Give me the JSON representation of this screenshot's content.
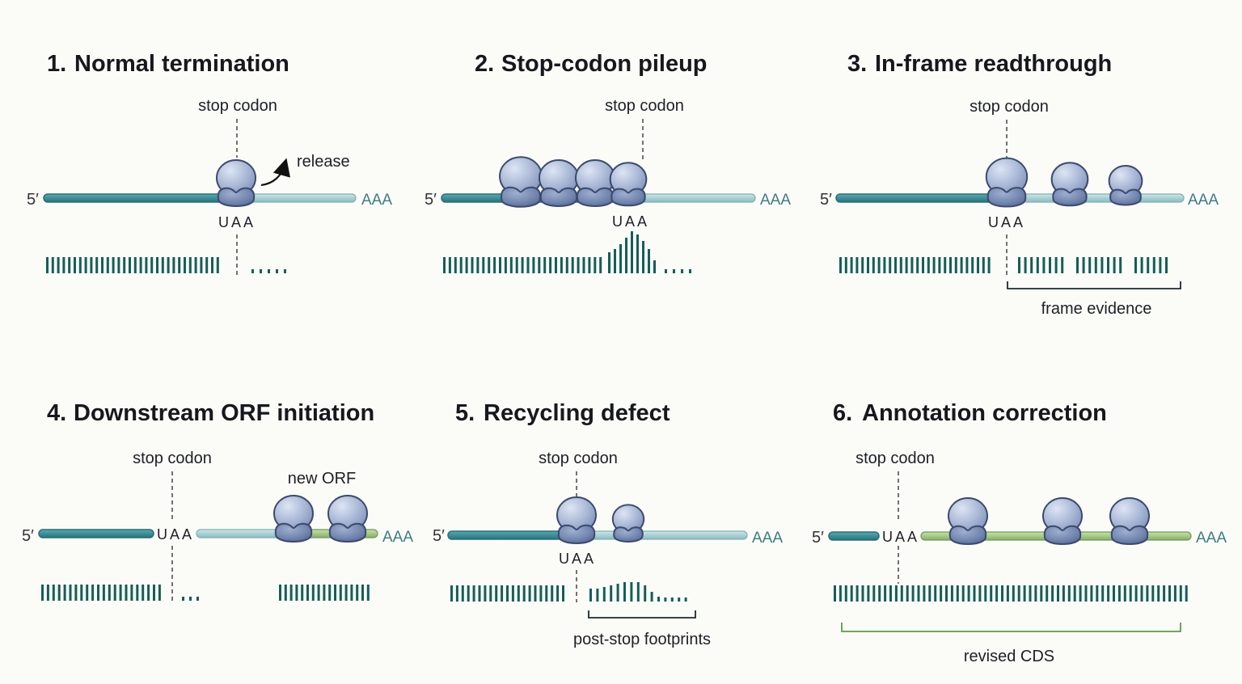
{
  "colors": {
    "background": "#fbfbf8",
    "coding_mrna": "#3e8f97",
    "utr_mrna": "#a9d0d3",
    "new_orf_mrna": "#a8c98a",
    "ribosome": "#a9b8d6",
    "ribosome_outline": "#3c4a6e",
    "footprint": "#155e58",
    "bracket_teal": "#1c2a2c",
    "bracket_green": "#5e9a4a",
    "poly_a_text": "#3f7b84"
  },
  "panels": [
    {
      "number": "1.",
      "title": "Normal termination",
      "stop_label": "stop codon",
      "codon": "UAA",
      "five_prime": "5′",
      "poly_a": "AAA",
      "note": "release"
    },
    {
      "number": "2.",
      "title": "Stop-codon pileup",
      "stop_label": "stop codon",
      "codon": "UAA",
      "five_prime": "5′",
      "poly_a": "AAA"
    },
    {
      "number": "3.",
      "title": "In-frame readthrough",
      "stop_label": "stop codon",
      "codon": "UAA",
      "five_prime": "5′",
      "poly_a": "AAA",
      "bracket_label": "frame evidence"
    },
    {
      "number": "4.",
      "title": "Downstream ORF initiation",
      "stop_label": "stop codon",
      "codon": "UAA",
      "five_prime": "5′",
      "poly_a": "AAA",
      "note": "new ORF"
    },
    {
      "number": "5.",
      "title": "Recycling defect",
      "stop_label": "stop codon",
      "codon": "UAA",
      "five_prime": "5′",
      "poly_a": "AAA",
      "bracket_label": "post-stop footprints"
    },
    {
      "number": "6.",
      "title": "Annotation correction",
      "stop_label": "stop codon",
      "codon": "UAA",
      "five_prime": "5′",
      "poly_a": "AAA",
      "bracket_label": "revised CDS"
    }
  ],
  "icons": {
    "ribosome": "ribosome-icon",
    "release_arrow": "curved-arrow-icon"
  }
}
